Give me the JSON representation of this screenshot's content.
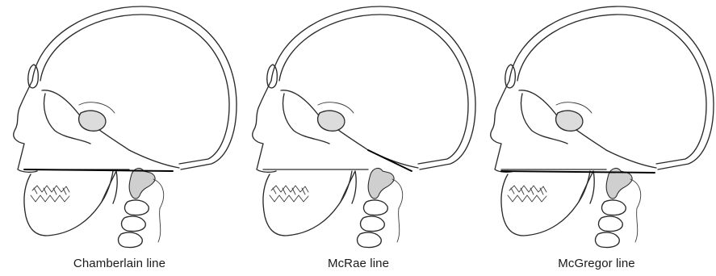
{
  "figure": {
    "panels": [
      {
        "id": "chamberlain",
        "caption": "Chamberlain line",
        "line_color": "#000000"
      },
      {
        "id": "mcrae",
        "caption": "McRae line",
        "line_color": "#000000"
      },
      {
        "id": "mcgregor",
        "caption": "McGregor line",
        "line_color": "#000000"
      }
    ]
  }
}
